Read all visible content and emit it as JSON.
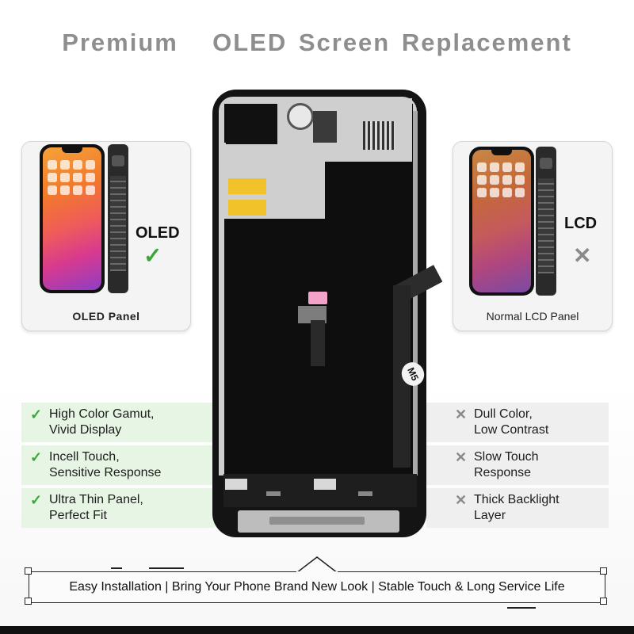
{
  "title": {
    "word1": "Premium",
    "rest": "OLED Screen Replacement"
  },
  "left_card": {
    "tag": "OLED",
    "mark": "✓",
    "caption": "OLED Panel"
  },
  "right_card": {
    "tag": "LCD",
    "mark": "✕",
    "caption": "Normal LCD Panel"
  },
  "oled_features": [
    {
      "icon": "✓",
      "line1": "High Color Gamut,",
      "line2": "Vivid Display"
    },
    {
      "icon": "✓",
      "line1": "Incell Touch,",
      "line2": "Sensitive Response"
    },
    {
      "icon": "✓",
      "line1": "Ultra Thin Panel,",
      "line2": "Perfect Fit"
    }
  ],
  "lcd_features": [
    {
      "icon": "✕",
      "line1": "Dull Color,",
      "line2": "Low Contrast"
    },
    {
      "icon": "✕",
      "line1": "Slow Touch",
      "line2": "Response"
    },
    {
      "icon": "✕",
      "line1": "Thick Backlight",
      "line2": "Layer"
    }
  ],
  "part_marking": "M5",
  "banner": {
    "text": "Easy Installation  |  Bring Your Phone Brand New Look  |  Stable Touch & Long Service Life"
  },
  "colors": {
    "check": "#3aa63a",
    "cross": "#8a8a8a",
    "title": "#8e8e8e",
    "oled_band": "#e7f6e4",
    "lcd_band": "#efefef"
  }
}
